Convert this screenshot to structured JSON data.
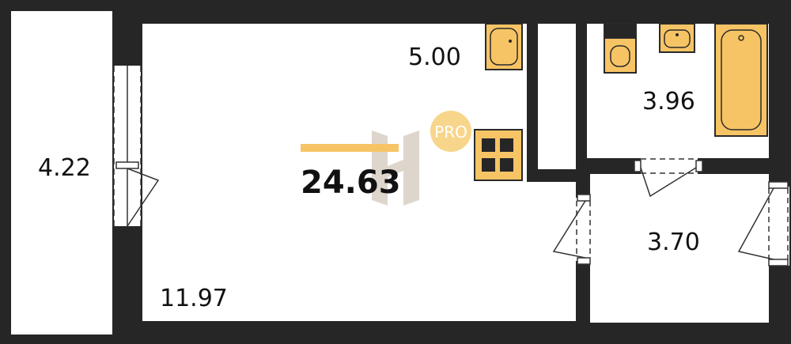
{
  "plan": {
    "total_area": "24.63",
    "badge": "PRO",
    "rooms": {
      "balcony": "4.22",
      "kitchen_zone": "5.00",
      "main_room": "11.97",
      "bathroom": "3.96",
      "hallway": "3.70"
    }
  },
  "colors": {
    "wall": "#262626",
    "fixture": "#f7c465",
    "fixture_stroke": "#2a2a2a",
    "accent_bar": "#f7c465",
    "badge": "#f7d58a",
    "badge_text": "#ffffff",
    "logo": "#d9d0c5",
    "room": "#ffffff"
  }
}
